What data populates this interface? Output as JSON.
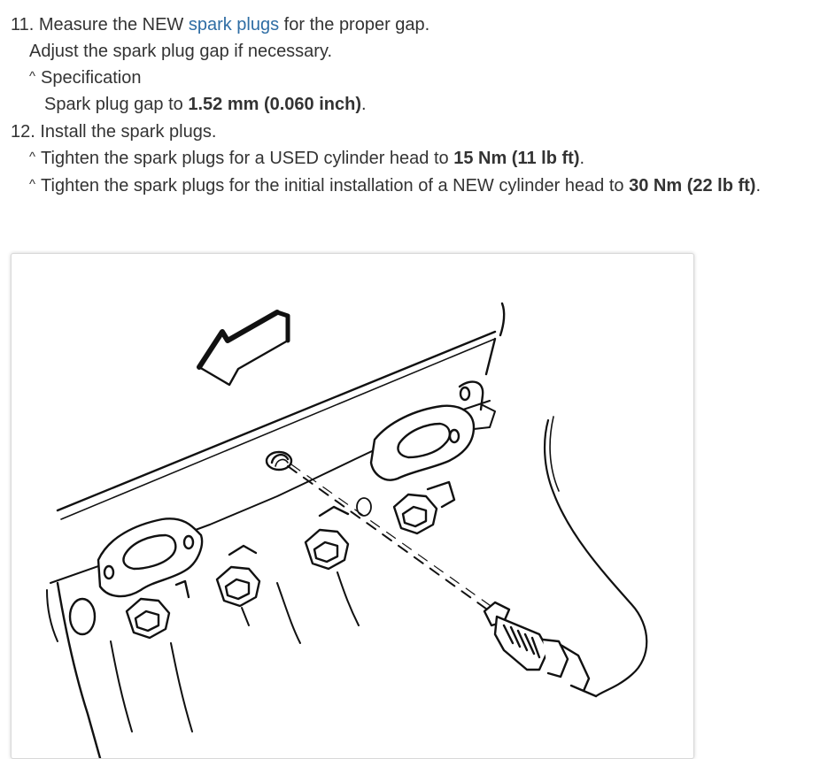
{
  "steps": [
    {
      "number": "11.",
      "text_before": "Measure the NEW ",
      "link": "spark plugs",
      "text_after": " for the proper gap.",
      "note": "Adjust the spark plug gap if necessary.",
      "bullets": [
        {
          "marker": "^",
          "text": "Specification"
        }
      ],
      "spec": {
        "text": "Spark plug gap to ",
        "value": "1.52 mm (0.060 inch)",
        "end": "."
      }
    },
    {
      "number": "12.",
      "text": "Install the spark plugs.",
      "bullets": [
        {
          "marker": "^",
          "text": "Tighten the spark plugs for a USED cylinder head to ",
          "value": "15 Nm (11 lb ft)",
          "end": "."
        },
        {
          "marker": "^",
          "text": "Tighten the spark plugs for the initial installation of a NEW cylinder head to ",
          "value": "30 Nm (22 lb ft)",
          "end": "."
        }
      ]
    }
  ]
}
